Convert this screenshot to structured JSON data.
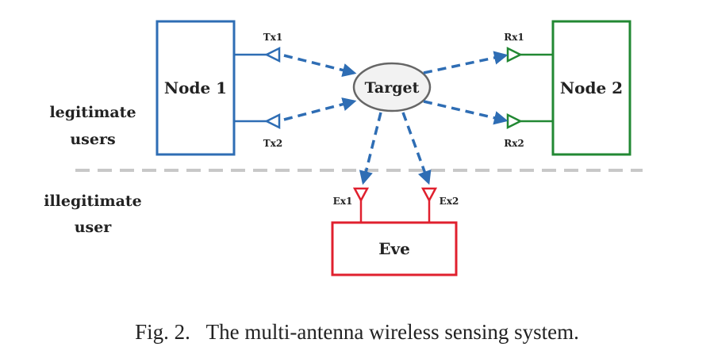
{
  "colors": {
    "node1": "#2e6db4",
    "node2": "#228833",
    "eve": "#e0202e",
    "link": "#2e6db4",
    "divider": "#c8c8c8",
    "target_stroke": "#666666",
    "target_fill": "#f2f2f2",
    "text": "#222222"
  },
  "nodes": {
    "node1": "Node 1",
    "node2": "Node 2",
    "eve": "Eve",
    "target": "Target"
  },
  "antennas": {
    "tx1": "Tx1",
    "tx2": "Tx2",
    "rx1": "Rx1",
    "rx2": "Rx2",
    "ex1": "Ex1",
    "ex2": "Ex2"
  },
  "regions": {
    "legitimate_line1": "legitimate",
    "legitimate_line2": "users",
    "illegitimate_line1": "illegitimate",
    "illegitimate_line2": "user"
  },
  "caption": "Fig. 2.   The multi-antenna wireless sensing system."
}
